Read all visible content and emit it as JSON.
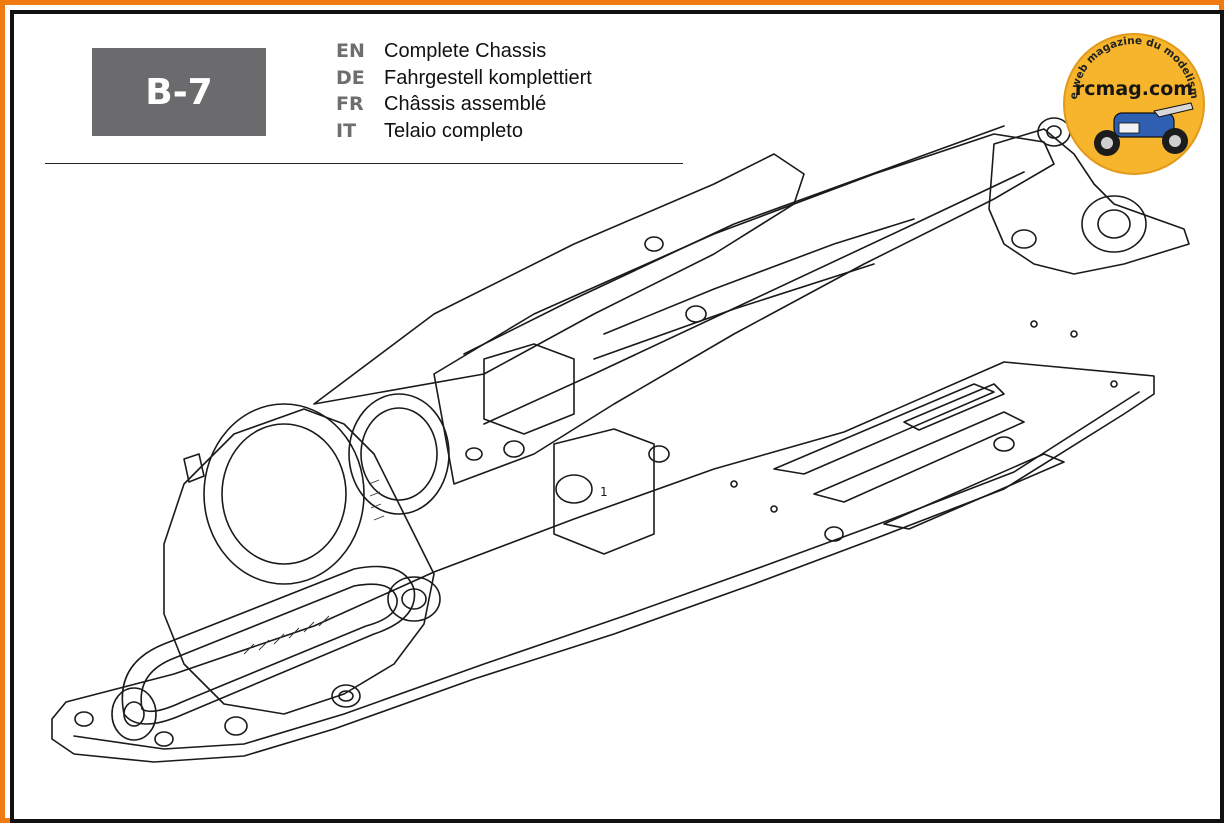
{
  "header": {
    "step_label": "B-7",
    "languages": [
      {
        "code": "EN",
        "text": "Complete Chassis"
      },
      {
        "code": "DE",
        "text": "Fahrgestell komplettiert"
      },
      {
        "code": "FR",
        "text": "Châssis assemblé"
      },
      {
        "code": "IT",
        "text": "Telaio completo"
      }
    ]
  },
  "logo": {
    "arc_text": "Le web magazine du modelisme",
    "brand": "rcmag.com"
  },
  "illustration": {
    "callout": "1"
  },
  "colors": {
    "frame_outer": "#f07b12",
    "frame_inner": "#111111",
    "badge": "#6b6b6e",
    "logo_disc": "#f6b52c"
  }
}
